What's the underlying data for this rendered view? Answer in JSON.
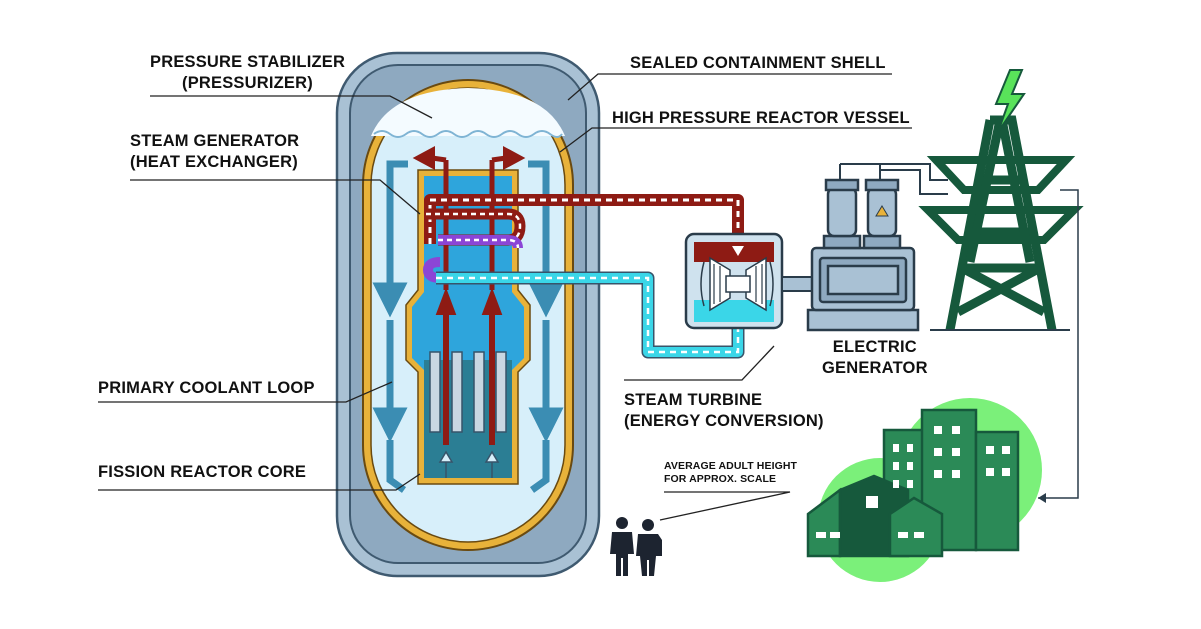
{
  "labels": {
    "pressurizer": [
      "PRESSURE STABILIZER",
      "(PRESSURIZER)"
    ],
    "steam_generator": [
      "STEAM GENERATOR",
      "(HEAT EXCHANGER)"
    ],
    "primary_loop": "PRIMARY COOLANT LOOP",
    "core": "FISSION REACTOR CORE",
    "containment": "SEALED CONTAINMENT SHELL",
    "vessel": "HIGH PRESSURE REACTOR VESSEL",
    "electric_generator": [
      "ELECTRIC",
      "GENERATOR"
    ],
    "turbine": [
      "STEAM TURBINE",
      "(ENERGY CONVERSION)"
    ],
    "scale": [
      "AVERAGE ADULT HEIGHT",
      "FOR APPROX. SCALE"
    ]
  },
  "colors": {
    "shell": "#94aec4",
    "vessel_outline": "#e8b23a",
    "vessel_fill": "#d7effa",
    "hot": "#8e1b14",
    "steam": "#b02a22",
    "cool": "#3ad6e8",
    "purple": "#8b45d6",
    "core": "#2ea5dc",
    "core_dark": "#2b7e94",
    "primary": "#3b8db3",
    "tower": "#16593c",
    "buildings": "#2b8a57",
    "lightning": "#59e35a",
    "halo": "#7bf07a",
    "line": "#222222"
  },
  "icons": [
    "lightning-bolt-icon",
    "person-icon",
    "warning-icon"
  ]
}
